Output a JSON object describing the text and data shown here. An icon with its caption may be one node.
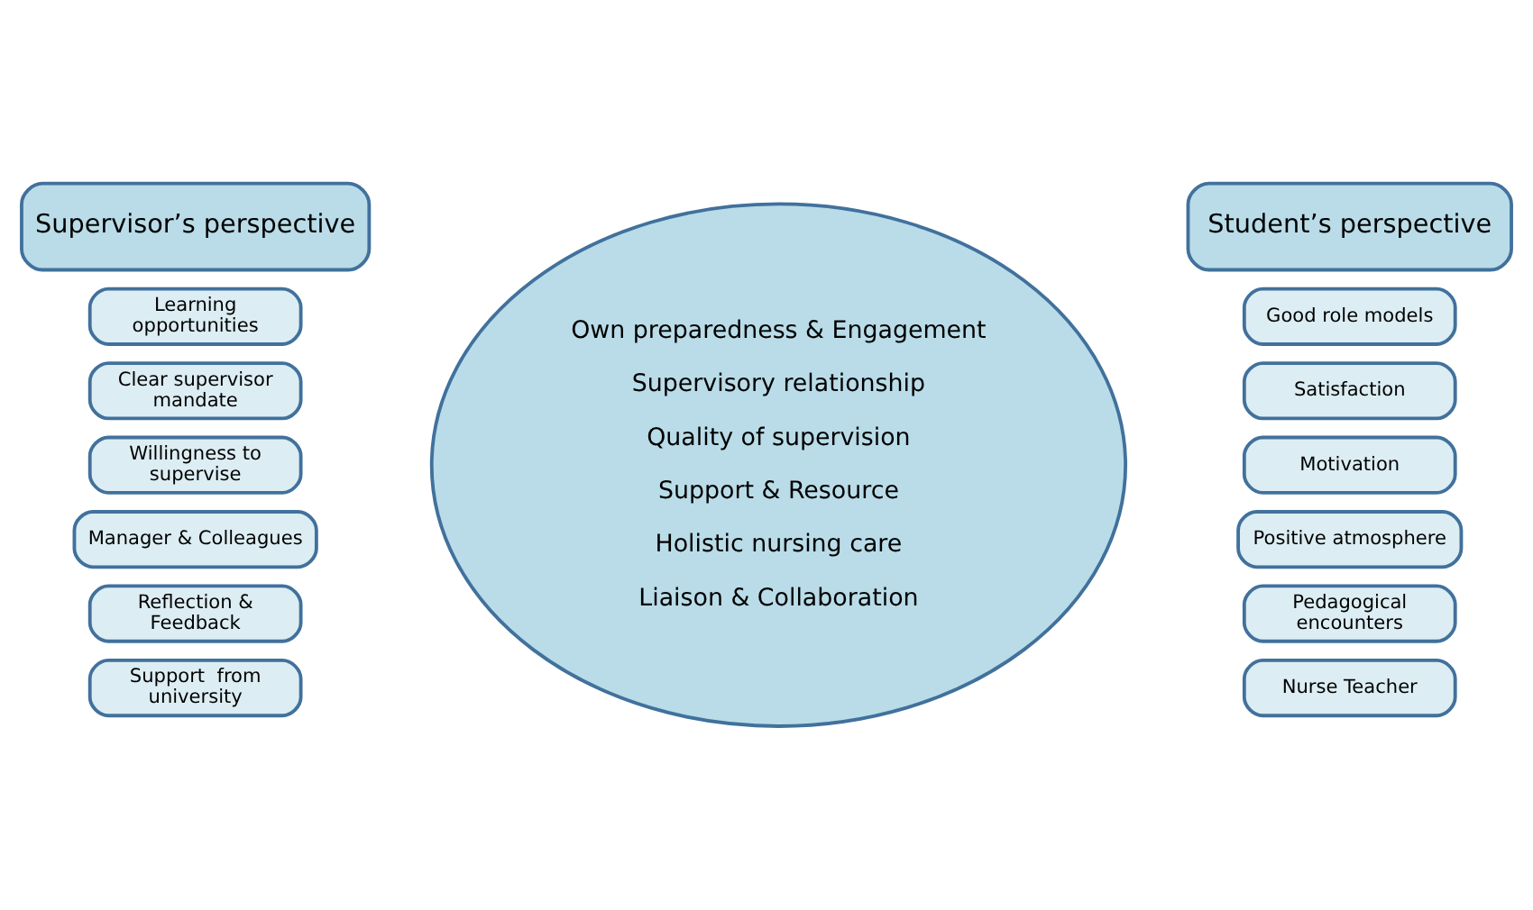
{
  "diagram": {
    "nodes": [
      {
        "text": [
          "Supervisor’s perspective"
        ]
      },
      {
        "text": [
          "Learning opportunities"
        ]
      },
      {
        "text": [
          "Clear supervisor mandate"
        ]
      },
      {
        "text": [
          "Willingness to supervise"
        ]
      },
      {
        "text": [
          "Manager & Colleagues"
        ]
      },
      {
        "text": [
          "Reflection & Feedback"
        ]
      },
      {
        "text": [
          "Support  from university"
        ]
      },
      {
        "text": [
          "Own preparedness & Engagement",
          "Supervisory relationship",
          "Quality of supervision",
          "Support & Resource",
          "Holistic nursing care",
          "Liaison & Collaboration"
        ]
      },
      {
        "text": [
          "Student’s perspective"
        ]
      },
      {
        "text": [
          "Good role models"
        ]
      },
      {
        "text": [
          "Satisfaction"
        ]
      },
      {
        "text": [
          "Motivation"
        ]
      },
      {
        "text": [
          "Positive atmosphere"
        ]
      },
      {
        "text": [
          "Pedagogical encounters"
        ]
      },
      {
        "text": [
          "Nurse Teacher"
        ]
      }
    ]
  }
}
